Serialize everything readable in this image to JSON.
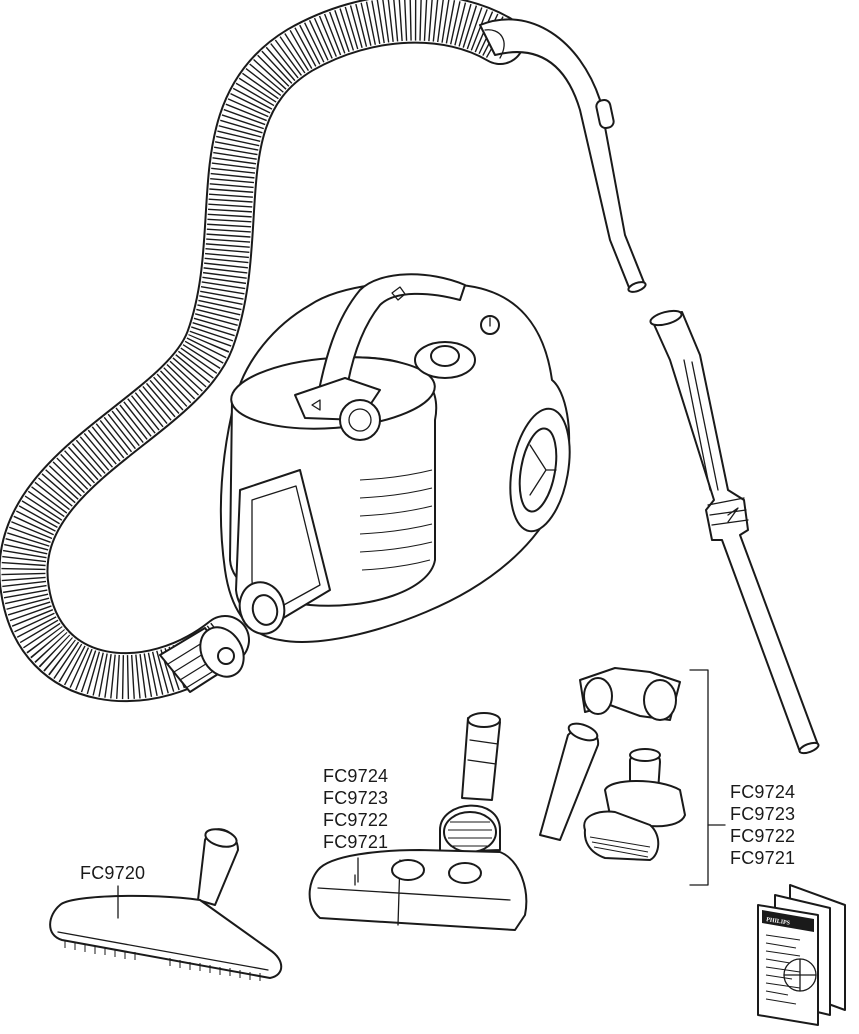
{
  "labels": {
    "nozzle_carpet_models": [
      "FC9724",
      "FC9723",
      "FC9722",
      "FC9721"
    ],
    "accessory_models": [
      "FC9724",
      "FC9723",
      "FC9722",
      "FC9721"
    ],
    "nozzle_hard_floor_model": "FC9720"
  },
  "manual": {
    "brand": "PHILIPS"
  }
}
